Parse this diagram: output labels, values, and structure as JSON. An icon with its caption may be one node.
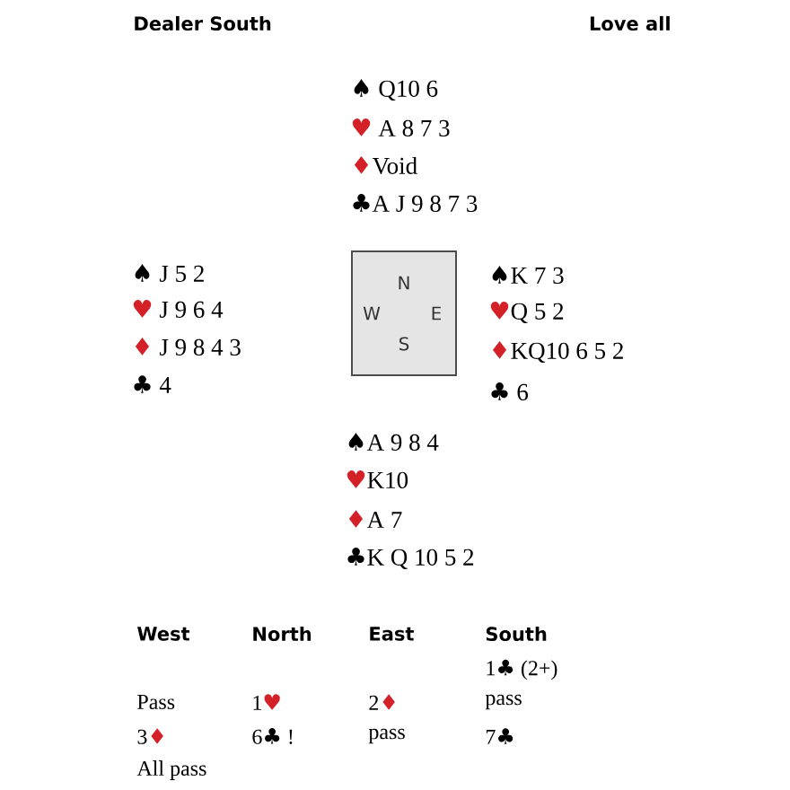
{
  "diagram": {
    "nodes": [
      {
        "text": [
          "N",
          "W",
          "E",
          "S"
        ]
      }
    ],
    "labels": [
      "Dealer South",
      "Love all",
      "♠ Q10 6",
      "♥ A 8 7 3",
      "♦Void",
      "♣A J 9 8 7 3",
      "♠ J 5 2",
      "♥ J 9 6 4",
      "♦ J 9 8 4 3",
      "♣ 4",
      "♠K 7 3",
      "♥Q 5 2",
      "♦KQ10 6 5 2",
      "♣ 6",
      "♠A 9 8 4",
      "♥K10",
      "♦A 7",
      "♣K Q 10 5 2",
      "West",
      "North",
      "East",
      "South",
      "1♣ (2+)",
      "Pass",
      "1♥",
      "2♦",
      "pass",
      "3♦",
      "6♣ !",
      "pass",
      "7♣",
      "All pass"
    ]
  }
}
